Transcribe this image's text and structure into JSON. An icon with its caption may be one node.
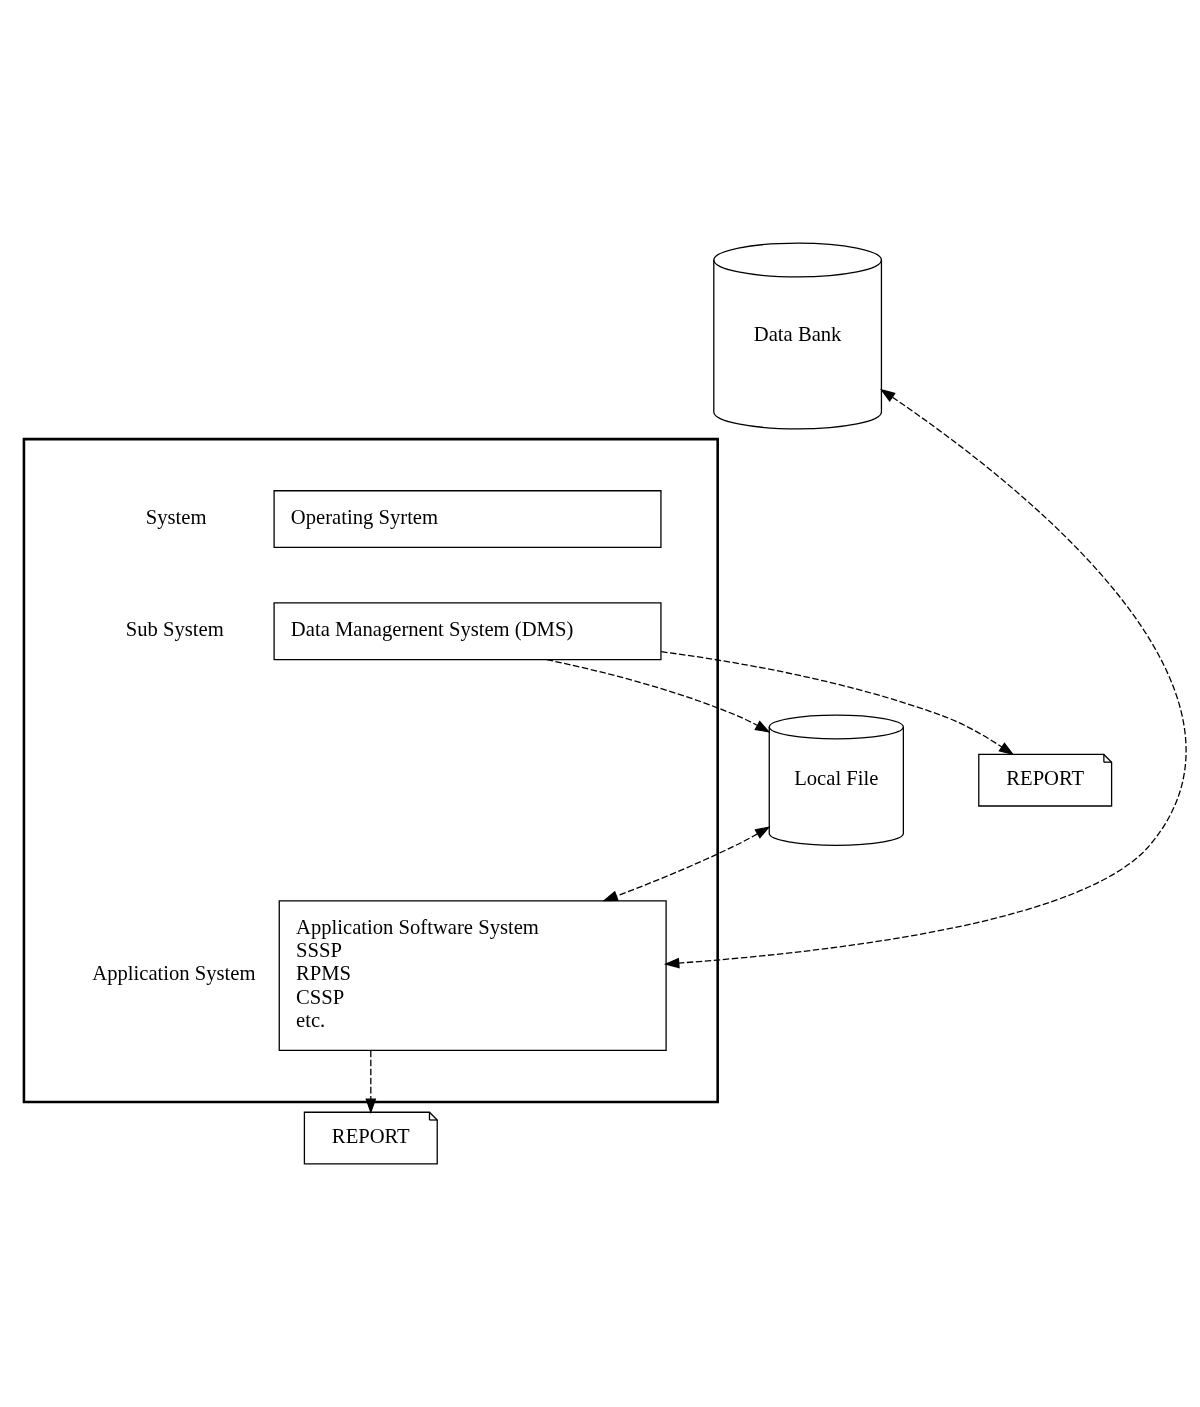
{
  "diagram": {
    "nodes": [
      {
        "text": [
          "Data Bank"
        ]
      },
      {
        "text": [],
        "shape": "box"
      },
      {
        "text": [
          "Operating Syrtem"
        ],
        "in": 1,
        "beside": [
          "System"
        ]
      },
      {
        "text": [
          "Data Managernent System (DMS)"
        ],
        "in": 1,
        "beside": [
          "Sub System"
        ]
      },
      {
        "text": [
          "Application Software System",
          "SSSP",
          "RPMS",
          "CSSP",
          "etc."
        ],
        "in": 1,
        "beside": [
          "Application System"
        ]
      },
      {
        "text": [
          "Local File"
        ]
      },
      {
        "text": [
          "REPORT"
        ]
      },
      {
        "text": [
          "REPORT"
        ]
      }
    ],
    "edges": [
      {
        "from": 0,
        "to": 4,
        "arrow": "both",
        "style": "dashed"
      },
      {
        "from": 3,
        "to": 6,
        "arrow": "to",
        "style": "dashed"
      },
      {
        "from": 3,
        "to": 5,
        "arrow": "to",
        "style": "dashed"
      },
      {
        "from": 5,
        "to": 4,
        "arrow": "both",
        "style": "dashed"
      },
      {
        "from": 4,
        "to": 7,
        "arrow": "to",
        "style": "dashed"
      }
    ]
  }
}
